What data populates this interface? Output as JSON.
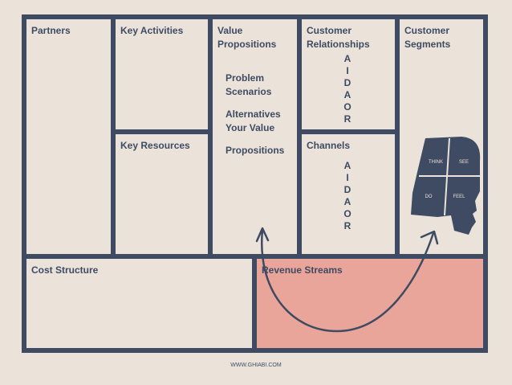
{
  "blocks": {
    "partners": "Partners",
    "key_activities": "Key Activities",
    "key_resources": "Key Resources",
    "value_propositions": "Value\nPropositions",
    "customer_relationships": "Customer\nRelationships",
    "channels": "Channels",
    "customer_segments": "Customer\nSegments",
    "cost_structure": "Cost Structure",
    "revenue_streams": "Revenue Streams"
  },
  "value_items": [
    "Problem\nScenarios",
    "Alternatives\nYour Value",
    "Propositions"
  ],
  "relationship_letters": [
    "A",
    "I",
    "D",
    "A",
    "O",
    "R"
  ],
  "channel_letters": [
    "A",
    "I",
    "D",
    "A",
    "O",
    "R"
  ],
  "head_quadrants": {
    "think": "THINK",
    "see": "SEE",
    "do": "DO",
    "feel": "FEEL"
  },
  "footer": "WWW.GHIABI.COM",
  "colors": {
    "frame": "#3e4b63",
    "background": "#ebe3da",
    "revenue": "#eaa59a"
  }
}
